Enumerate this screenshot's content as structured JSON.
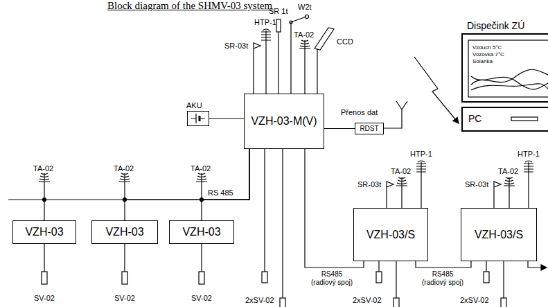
{
  "diagram": {
    "title": "Block diagram of the SHMV-03 system",
    "nodes": [
      {
        "text": [
          "VZH-03-M(V)"
        ]
      },
      {
        "text": [
          "AKU"
        ]
      },
      {
        "text": [
          "RDST"
        ]
      },
      {
        "text": [
          "Dispečink ZÚ"
        ]
      },
      {
        "text": [
          "PC"
        ]
      },
      {
        "text": [
          "VZH-03"
        ]
      },
      {
        "text": [
          "VZH-03"
        ]
      },
      {
        "text": [
          "VZH-03"
        ]
      },
      {
        "text": [
          "VZH-03/S"
        ]
      },
      {
        "text": [
          "VZH-03/S"
        ]
      }
    ],
    "edges": [
      {
        "from": 1,
        "to": 0,
        "arrow": "none"
      },
      {
        "from": 0,
        "to": 2,
        "arrow": "none"
      },
      {
        "from": 0,
        "to": 5,
        "arrow": "none"
      },
      {
        "from": 0,
        "to": 6,
        "arrow": "none"
      },
      {
        "from": 0,
        "to": 7,
        "arrow": "none"
      },
      {
        "from": 0,
        "to": 8,
        "label": "RS485 (radiový spoj)",
        "arrow": "none"
      },
      {
        "from": 8,
        "to": 9,
        "label": "RS485 (radiový spoj)",
        "arrow": "none"
      }
    ],
    "labels": [
      "W2t",
      "SR 1t",
      "HTP-1",
      "CCD",
      "TA-02",
      "SR-03t",
      "Přenos dat",
      "TA-02",
      "TA-02",
      "TA-02",
      "RS 485",
      "SR-03t",
      "TA-02",
      "HTP-1",
      "SR-03t",
      "TA-02",
      "HTP-1",
      "SV-02",
      "SV-02",
      "SV-02",
      "2xSV-02",
      "2xSV-02",
      "2xSV-02",
      "Vzduch 5°C",
      "Vozovka 7°C",
      "Solanka"
    ]
  }
}
